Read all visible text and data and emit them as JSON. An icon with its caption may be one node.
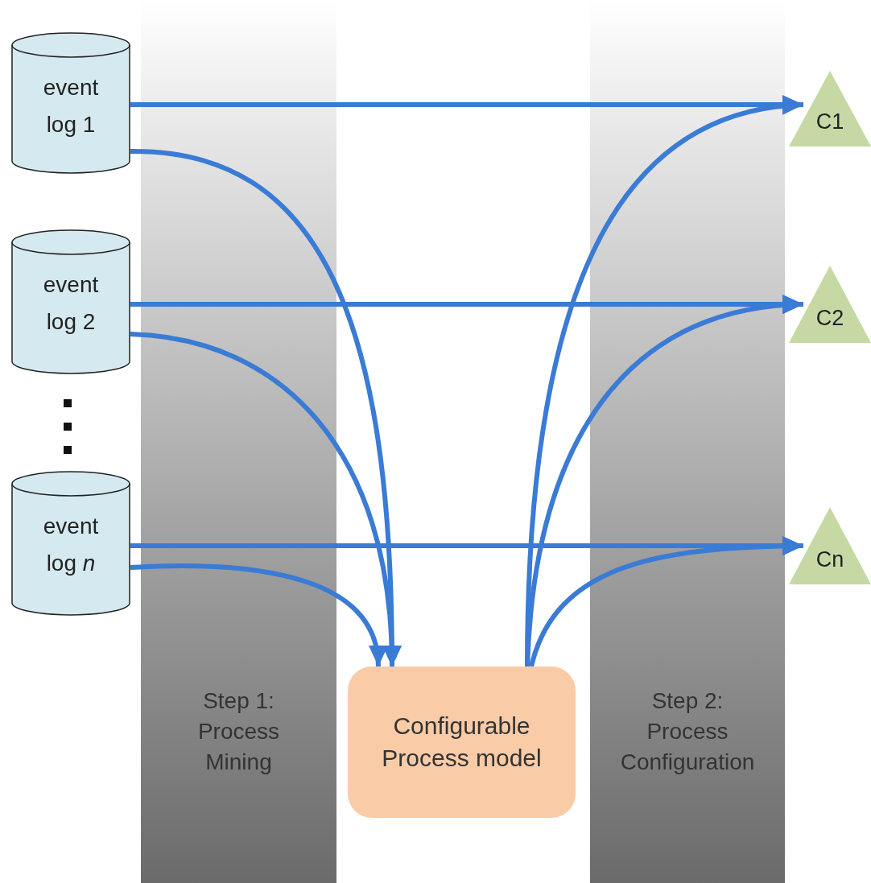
{
  "diagram": {
    "nodes": [
      {
        "text": [
          "event log 1"
        ]
      },
      {
        "text": [
          "event log 2"
        ]
      },
      {
        "text": [
          "event log *n*"
        ]
      },
      {
        "text": [
          "Configurable Process model"
        ]
      },
      {
        "text": [
          "C1"
        ]
      },
      {
        "text": [
          "C2"
        ]
      },
      {
        "text": [
          "Cn"
        ]
      }
    ],
    "edges": [
      {
        "from": 0,
        "to": 4,
        "arrow": "to"
      },
      {
        "from": 0,
        "to": 3,
        "arrow": "to"
      },
      {
        "from": 1,
        "to": 5,
        "arrow": "to"
      },
      {
        "from": 1,
        "to": 3,
        "arrow": "to"
      },
      {
        "from": 2,
        "to": 6,
        "arrow": "to"
      },
      {
        "from": 2,
        "to": 3,
        "arrow": "to"
      },
      {
        "from": 3,
        "to": 4,
        "arrow": "to"
      },
      {
        "from": 3,
        "to": 5,
        "arrow": "to"
      },
      {
        "from": 3,
        "to": 6,
        "arrow": "to"
      }
    ],
    "labels": [
      "Step 1: Process Mining",
      "Step 2: Process Configuration"
    ]
  }
}
